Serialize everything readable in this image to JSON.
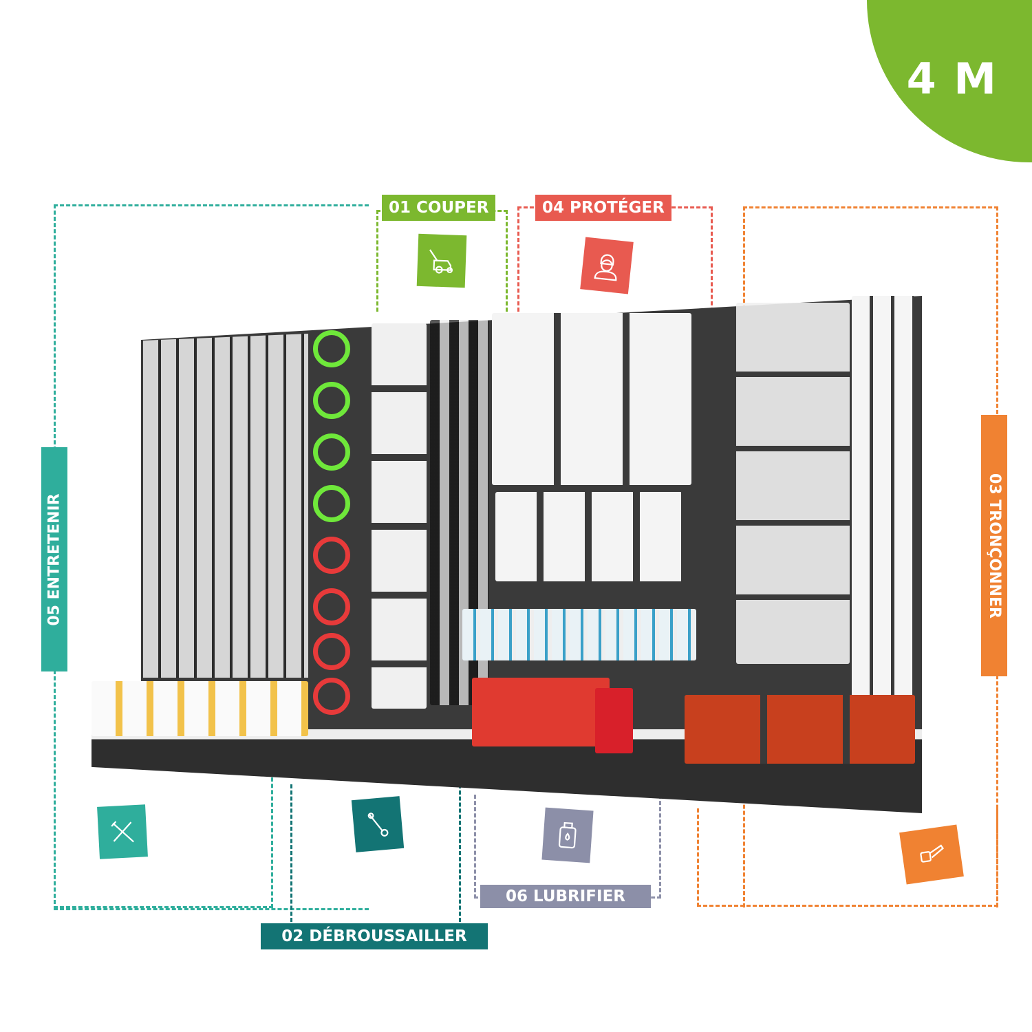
{
  "badge": {
    "label": "4 M",
    "color": "#7cb82f"
  },
  "zones": [
    {
      "id": "01",
      "label": "01 COUPER",
      "color": "#7cb82f",
      "icon": "lawn-mower-icon"
    },
    {
      "id": "02",
      "label": "02 DÉBROUSSAILLER",
      "color": "#137474",
      "icon": "brush-cutter-icon"
    },
    {
      "id": "03",
      "label": "03 TRONÇONNER",
      "color": "#f08232",
      "icon": "chainsaw-icon"
    },
    {
      "id": "04",
      "label": "04 PROTÉGER",
      "color": "#e85a50",
      "icon": "protective-helmet-worker-icon"
    },
    {
      "id": "05",
      "label": "05 ENTRETENIR",
      "color": "#2fae9c",
      "icon": "tools-wrench-screwdriver-icon"
    },
    {
      "id": "06",
      "label": "06 LUBRIFIER",
      "color": "#8c8fa8",
      "icon": "oil-can-icon"
    }
  ]
}
